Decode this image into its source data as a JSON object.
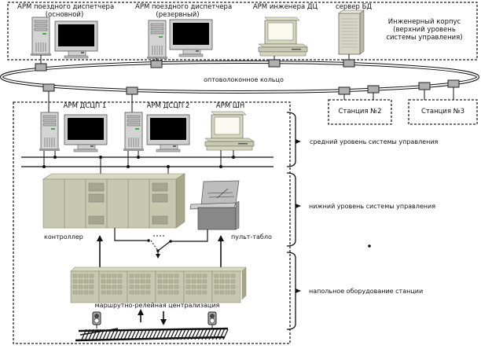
{
  "top_zone": {
    "label_lines": [
      "Инженерный корпус",
      "(верхний уровень",
      "системы управления)"
    ],
    "workstations": [
      {
        "line1": "АРМ поездного диспетчера",
        "line2": "(основной)"
      },
      {
        "line1": "АРМ поездного диспетчера",
        "line2": "(резервный)"
      },
      {
        "line1": "АРМ инженера ДЦ",
        "line2": ""
      },
      {
        "line1": "сервер БД",
        "line2": ""
      }
    ]
  },
  "ring": {
    "label": "оптоволоконное кольцо"
  },
  "stations": [
    {
      "label": "Станция №2"
    },
    {
      "label": "Станция №3"
    }
  ],
  "station_zone": {
    "workstations": [
      {
        "label": "АРМ ДСЦП 1"
      },
      {
        "label": "АРМ ДСЦП 2"
      },
      {
        "label": "АРМ ШН"
      }
    ],
    "controller_label": "контроллер",
    "panel_label": "пульт-табло",
    "relay_label": "маршрутно-релейная централизация"
  },
  "levels": [
    {
      "label": "средний уровень системы управления"
    },
    {
      "label": "нижний уровень системы управления"
    },
    {
      "label": "напольное оборудование станции"
    }
  ],
  "colors": {
    "equipment": "#c8c8b0",
    "equipment_dark": "#a6a68c",
    "screen": "#000000",
    "node": "#b0b0b0",
    "panel_dark": "#888888"
  }
}
